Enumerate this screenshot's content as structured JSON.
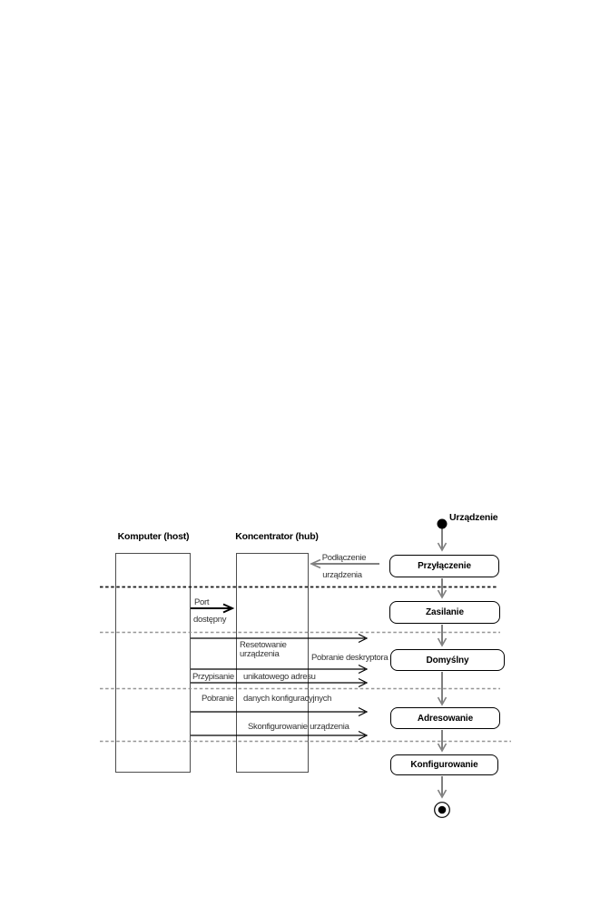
{
  "diagram_type": "uml-sequence-state-diagram",
  "lifelines": {
    "host": "Komputer (host)",
    "hub": "Koncentrator (hub)"
  },
  "start": {
    "label": "Urządzenie"
  },
  "states": {
    "przylaczenie": "Przyłączenie",
    "zasilanie": "Zasilanie",
    "domyslny": "Domyślny",
    "adresowanie": "Adresowanie",
    "konfigurowanie": "Konfigurowanie"
  },
  "messages": {
    "podlaczenie_line1": "Podłączenie",
    "podlaczenie_line2": "urządzenia",
    "port_line1": "Port",
    "port_line2": "dostępny",
    "resetowanie_line1": "Resetowanie",
    "resetowanie_line2": "urządzenia",
    "pobranie_deskryptora": "Pobranie deskryptora",
    "przypisanie_left": "Przypisanie",
    "przypisanie_right": "unikatowego adresu",
    "pobranie_left": "Pobranie",
    "pobranie_right": "danych konfiguracyjnych",
    "skonfigurowanie": "Skonfigurowanie urządzenia"
  },
  "colors": {
    "background": "#ffffff",
    "state_border": "#000000",
    "transition_gray": "#808080",
    "message_black": "#000000",
    "dashed_separator_gray": "#969696",
    "dashed_separator_black": "#1a1a1a",
    "lifeline_border": "#4d4d4d",
    "label_text": "#333333"
  }
}
